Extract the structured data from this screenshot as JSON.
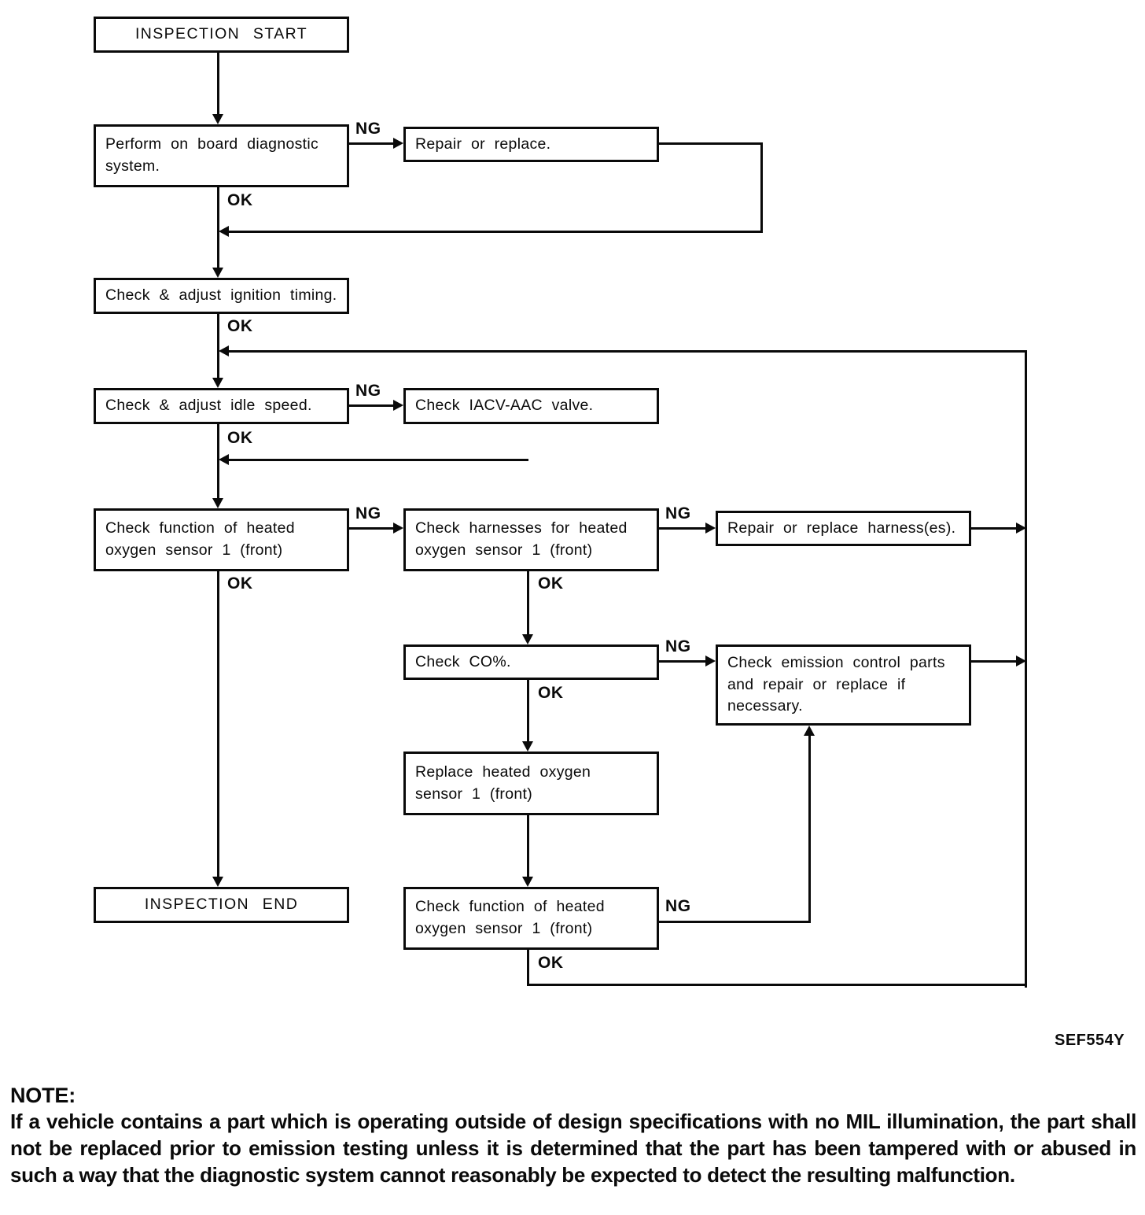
{
  "figure_code": "SEF554Y",
  "labels": {
    "ok": "OK",
    "ng": "NG"
  },
  "nodes": {
    "start": "INSPECTION START",
    "obd": "Perform on board diagnostic\nsystem.",
    "repair_replace": "Repair or replace.",
    "ignition_timing": "Check & adjust ignition timing.",
    "idle_speed": "Check & adjust idle speed.",
    "iacv": "Check IACV-AAC valve.",
    "o2_function": "Check function of heated\noxygen sensor 1 (front)",
    "o2_harness": "Check harnesses for heated\noxygen sensor 1 (front)",
    "repair_harness": "Repair or replace harness(es).",
    "check_co": "Check CO%.",
    "emission_parts": "Check emission control parts\nand repair or replace if\nnecessary.",
    "replace_o2": "Replace heated oxygen\nsensor 1 (front)",
    "end": "INSPECTION END",
    "o2_function_recheck": "Check function of heated\noxygen sensor 1 (front)"
  },
  "note": {
    "heading": "NOTE:",
    "body": "If a vehicle contains a part which is operating outside of design specifications with no MIL illumination, the part shall not be replaced prior to emission testing unless it is determined that the part has been tampered with or abused in such a way that the diagnostic system cannot reasonably be expected to detect the resulting malfunction."
  },
  "diagram": {
    "type": "flowchart",
    "edges": [
      {
        "from": "INSPECTION START",
        "to": "Perform on board diagnostic system.",
        "label": ""
      },
      {
        "from": "Perform on board diagnostic system.",
        "to": "Repair or replace.",
        "label": "NG"
      },
      {
        "from": "Repair or replace.",
        "to": "Check & adjust ignition timing.",
        "label": ""
      },
      {
        "from": "Perform on board diagnostic system.",
        "to": "Check & adjust ignition timing.",
        "label": "OK"
      },
      {
        "from": "Check & adjust ignition timing.",
        "to": "Check & adjust idle speed.",
        "label": "OK"
      },
      {
        "from": "Check & adjust idle speed.",
        "to": "Check IACV-AAC valve.",
        "label": "NG"
      },
      {
        "from": "Check IACV-AAC valve.",
        "to": "Check function of heated oxygen sensor 1 (front)",
        "label": ""
      },
      {
        "from": "Check & adjust idle speed.",
        "to": "Check function of heated oxygen sensor 1 (front)",
        "label": "OK"
      },
      {
        "from": "Check function of heated oxygen sensor 1 (front)",
        "to": "Check harnesses for heated oxygen sensor 1 (front)",
        "label": "NG"
      },
      {
        "from": "Check function of heated oxygen sensor 1 (front)",
        "to": "INSPECTION END",
        "label": "OK"
      },
      {
        "from": "Check harnesses for heated oxygen sensor 1 (front)",
        "to": "Repair or replace harness(es).",
        "label": "NG"
      },
      {
        "from": "Check harnesses for heated oxygen sensor 1 (front)",
        "to": "Check CO%.",
        "label": "OK"
      },
      {
        "from": "Repair or replace harness(es).",
        "to": "Check & adjust idle speed.",
        "label": ""
      },
      {
        "from": "Check CO%.",
        "to": "Check emission control parts and repair or replace if necessary.",
        "label": "NG"
      },
      {
        "from": "Check CO%.",
        "to": "Replace heated oxygen sensor 1 (front)",
        "label": "OK"
      },
      {
        "from": "Check emission control parts and repair or replace if necessary.",
        "to": "Check & adjust idle speed.",
        "label": ""
      },
      {
        "from": "Replace heated oxygen sensor 1 (front)",
        "to": "Check function of heated oxygen sensor 1 (front) [recheck]",
        "label": ""
      },
      {
        "from": "Check function of heated oxygen sensor 1 (front) [recheck]",
        "to": "Check emission control parts and repair or replace if necessary.",
        "label": "NG"
      },
      {
        "from": "Check function of heated oxygen sensor 1 (front) [recheck]",
        "to": "Check & adjust idle speed.",
        "label": "OK"
      }
    ]
  }
}
